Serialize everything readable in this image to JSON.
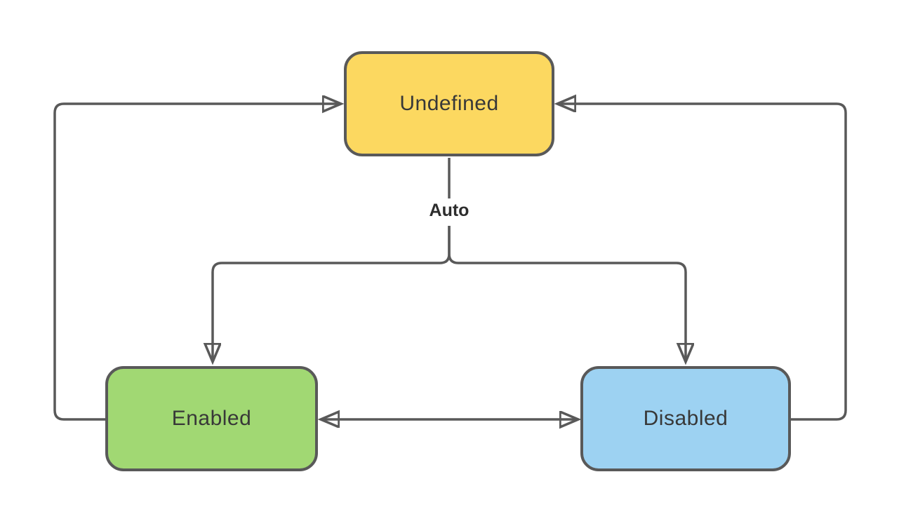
{
  "diagram": {
    "type": "state-diagram",
    "background": "#FFFFFF",
    "stroke_color": "#595959",
    "text_color": "#383838",
    "nodes": [
      {
        "id": "undefined",
        "label": "Undefined",
        "fill": "#FCD860"
      },
      {
        "id": "enabled",
        "label": "Enabled",
        "fill": "#A1D873"
      },
      {
        "id": "disabled",
        "label": "Disabled",
        "fill": "#9DD2F2"
      }
    ],
    "edges": [
      {
        "from": "undefined",
        "to": "enabled",
        "label": "Auto"
      },
      {
        "from": "undefined",
        "to": "disabled",
        "label": "Auto"
      },
      {
        "from": "enabled",
        "to": "undefined",
        "label": ""
      },
      {
        "from": "disabled",
        "to": "undefined",
        "label": ""
      },
      {
        "from": "enabled",
        "to": "disabled",
        "bidirectional": true,
        "label": ""
      }
    ],
    "edge_label": {
      "auto": "Auto"
    }
  }
}
